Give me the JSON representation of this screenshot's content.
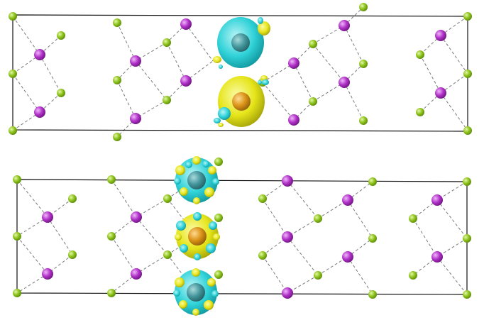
{
  "colors": {
    "background": "#ffffff",
    "cell_edge": "#111111",
    "bond": "#7a7a7a",
    "ligand_atom": "#8cc21a",
    "metal_atom": "#b030c8",
    "dopant_top": "#3f8f95",
    "dopant_center": "#d98a10",
    "isosurface_positive": "#e6e51a",
    "isosurface_negative": "#2fd2d8"
  },
  "panels": [
    {
      "name": "top-panel",
      "orientation": "tilted",
      "isosurface_style": "smooth-lobes"
    },
    {
      "name": "bottom-panel",
      "orientation": "flat",
      "isosurface_style": "textured-lobes"
    }
  ]
}
